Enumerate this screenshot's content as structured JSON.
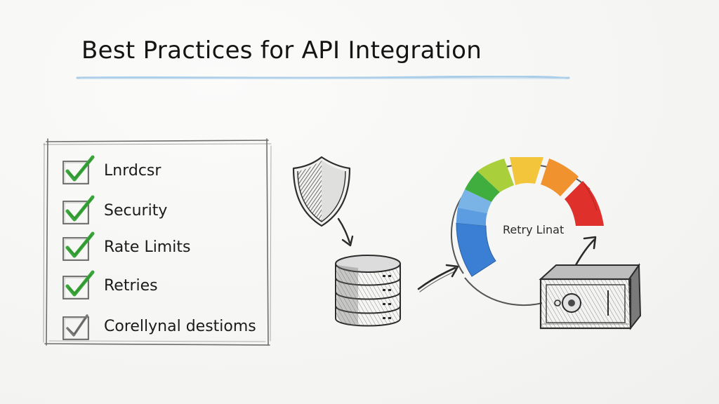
{
  "title": "Best Practices for API Integration",
  "checklist": {
    "items": [
      {
        "label": "Lnrdcsr",
        "checked": true
      },
      {
        "label": "Security",
        "checked": true
      },
      {
        "label": "Rate Limits",
        "checked": true
      },
      {
        "label": "Retries",
        "checked": true
      },
      {
        "label": "Corellynal destioms",
        "checked": true
      }
    ]
  },
  "gauge": {
    "label": "Retry Linat",
    "segments": [
      "blue",
      "blue",
      "light-blue",
      "green",
      "yellow-green",
      "yellow",
      "orange",
      "red"
    ],
    "colors": {
      "blue": "#3b7fd4",
      "light_blue": "#7ab3e6",
      "green": "#3fae3f",
      "yellow_green": "#a9cf3a",
      "yellow": "#f2c53a",
      "orange": "#f0932f",
      "red": "#e0302b"
    }
  },
  "icons": [
    "shield-icon",
    "database-icon",
    "gauge-icon",
    "safe-icon",
    "arrow-icon"
  ],
  "accent_underline": "#a9cde8",
  "check_color": "#3aa53a"
}
